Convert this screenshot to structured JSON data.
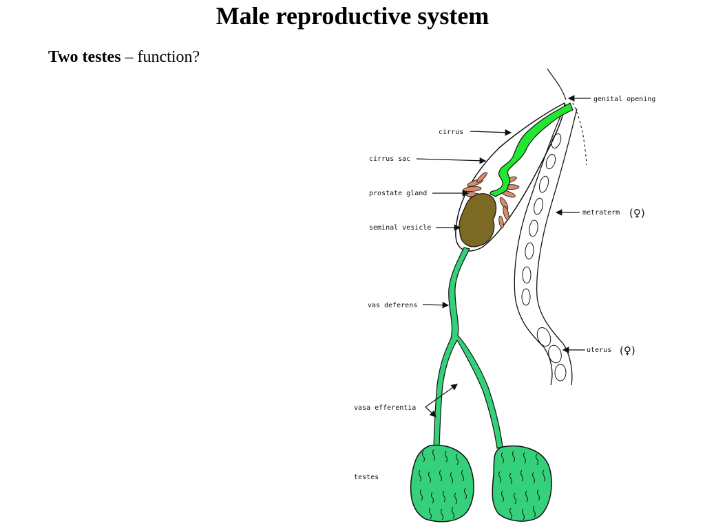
{
  "slide": {
    "title": "Male reproductive system",
    "subtitle_bold": "Two testes",
    "subtitle_rest": " – function?"
  },
  "diagram": {
    "labels": {
      "genital_opening": "genital opening",
      "cirrus": "cirrus",
      "cirrus_sac": "cirrus sac",
      "prostate_gland": "prostate gland",
      "seminal_vesicle": "seminal vesicle",
      "metraterm": "metraterm",
      "metraterm_symbol": "(♀)",
      "vas_deferens": "vas deferens",
      "uterus": "uterus",
      "uterus_symbol": "(♀)",
      "vasa_efferentia": "vasa efferentia",
      "testes": "testes"
    },
    "colors": {
      "duct_green": "#34d07a",
      "cirrus_green": "#22e632",
      "prostate": "#d98a6a",
      "seminal_vesicle": "#7b6a24",
      "outline": "#111111"
    }
  }
}
